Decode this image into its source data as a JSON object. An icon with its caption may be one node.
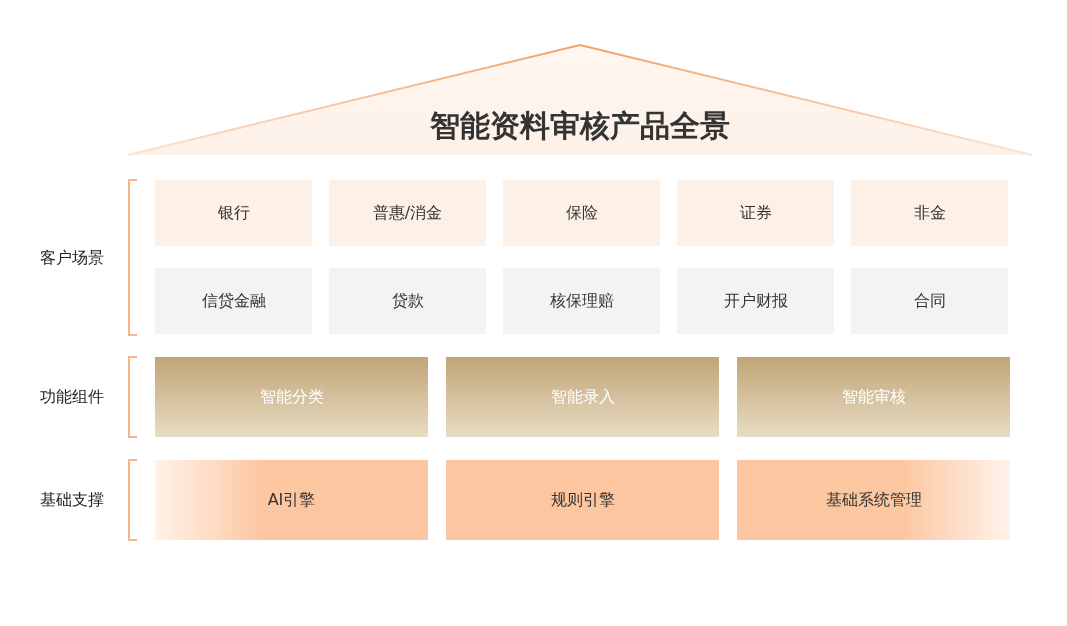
{
  "diagram": {
    "title": "智能资料审核产品全景",
    "nodes": [
      {
        "text": [
          "银行"
        ]
      },
      {
        "text": [
          "普惠/消金"
        ]
      },
      {
        "text": [
          "保险"
        ]
      },
      {
        "text": [
          "证券"
        ]
      },
      {
        "text": [
          "非金"
        ]
      },
      {
        "text": [
          "信贷金融"
        ]
      },
      {
        "text": [
          "贷款"
        ]
      },
      {
        "text": [
          "核保理赔"
        ]
      },
      {
        "text": [
          "开户财报"
        ]
      },
      {
        "text": [
          "合同"
        ]
      },
      {
        "text": [
          "智能分类"
        ]
      },
      {
        "text": [
          "智能录入"
        ]
      },
      {
        "text": [
          "智能审核"
        ]
      },
      {
        "text": [
          "AI引擎"
        ]
      },
      {
        "text": [
          "规则引擎"
        ]
      },
      {
        "text": [
          "基础系统管理"
        ]
      }
    ],
    "labels": [
      "客户场景",
      "功能组件",
      "基础支撑"
    ]
  }
}
